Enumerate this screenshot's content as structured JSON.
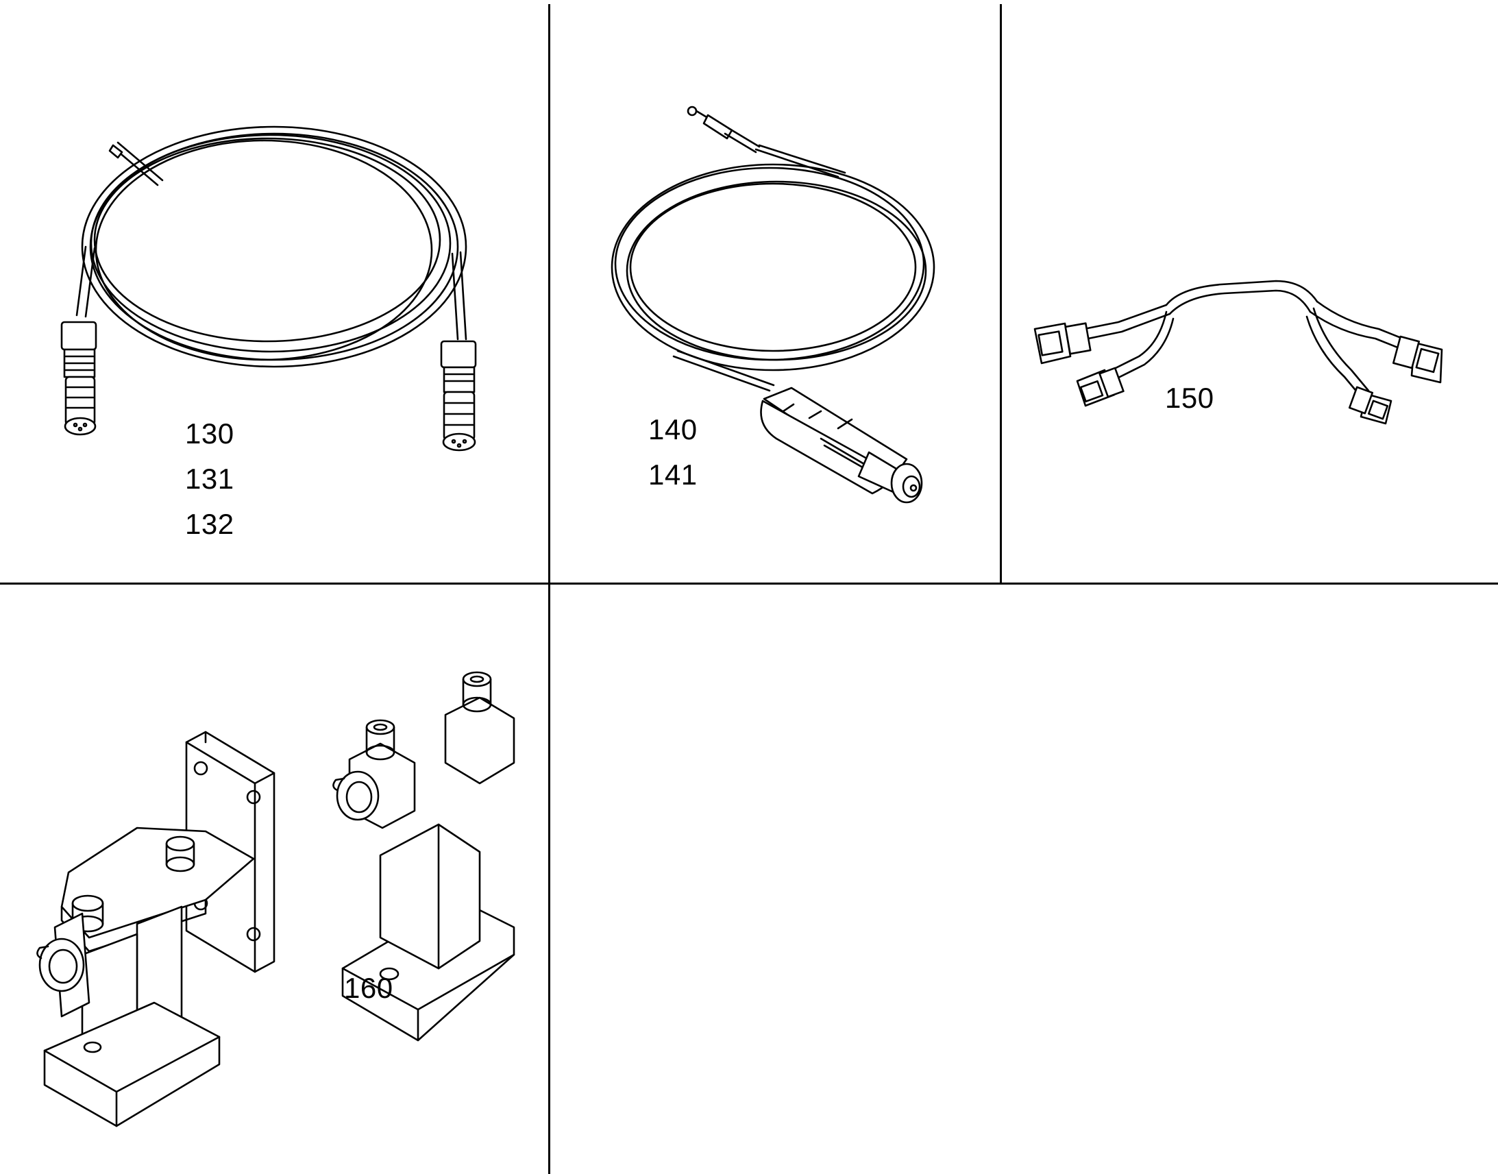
{
  "cells": {
    "cable_din": {
      "labels": [
        "130",
        "131",
        "132"
      ]
    },
    "cable_plug": {
      "labels": [
        "140",
        "141"
      ]
    },
    "y_harness": {
      "labels": [
        "150"
      ]
    },
    "brackets": {
      "labels": [
        "160"
      ]
    }
  }
}
